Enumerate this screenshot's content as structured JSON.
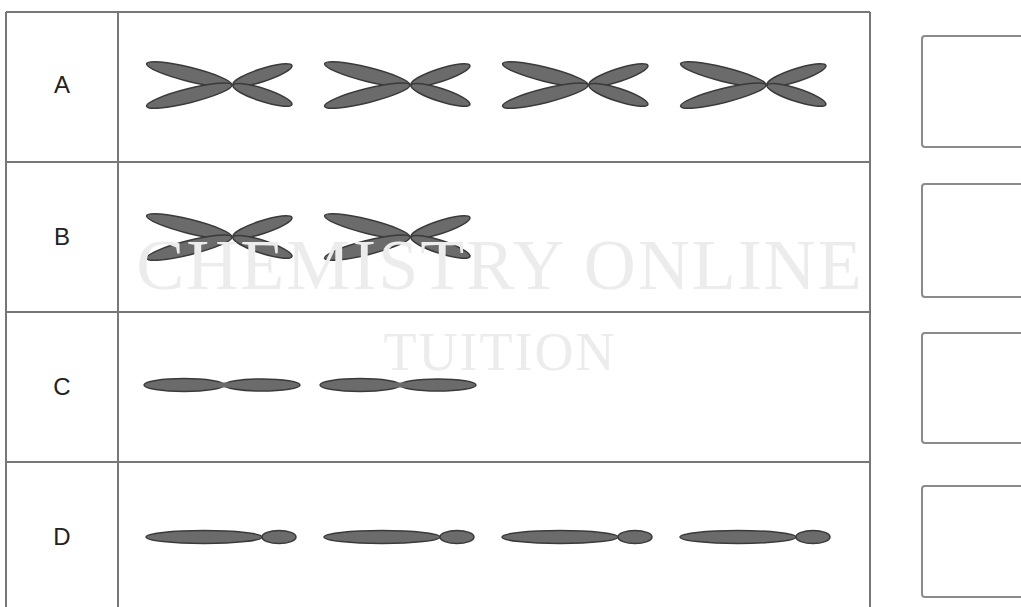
{
  "diagram": {
    "labels": [
      "CHEMISTRY ONLINE",
      "TUITION",
      "A",
      "B",
      "C",
      "D"
    ]
  }
}
